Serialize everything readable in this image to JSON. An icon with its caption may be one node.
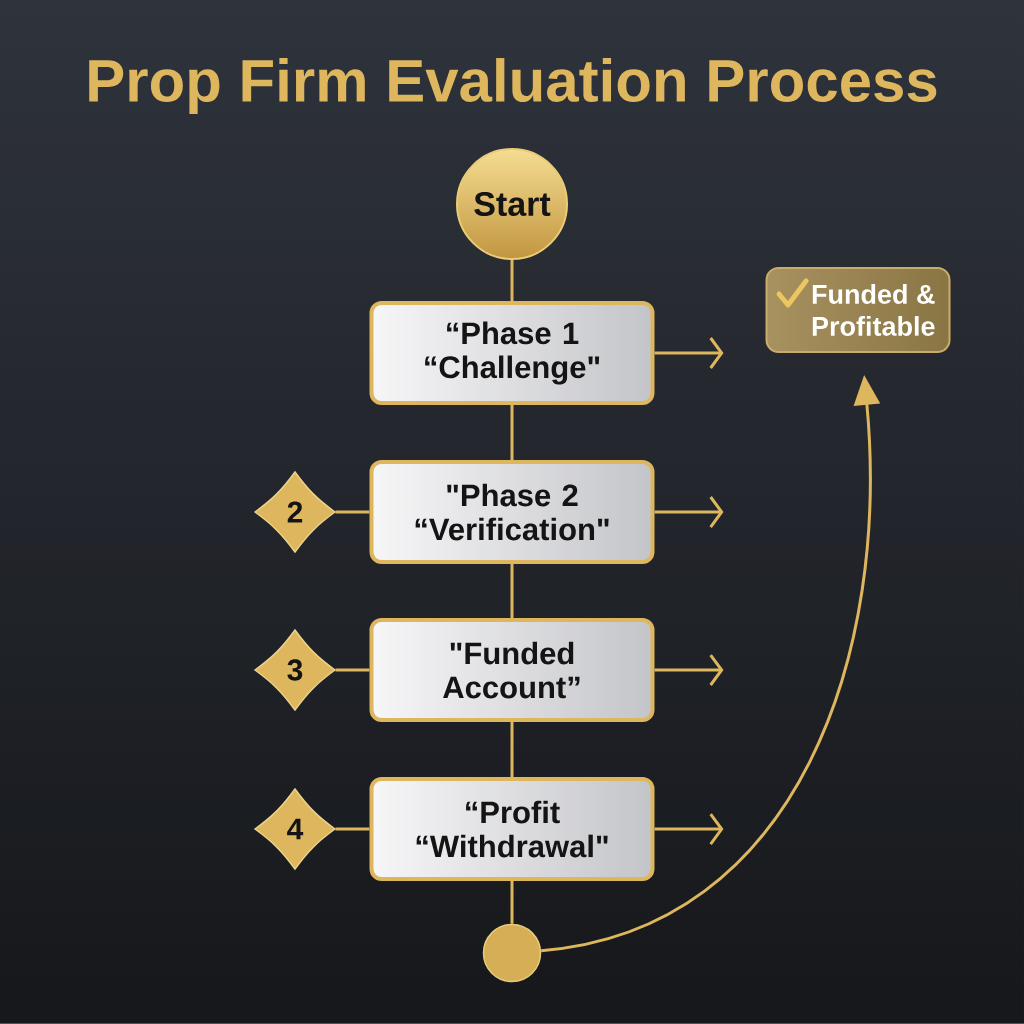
{
  "diagram": {
    "title": "Prop Firm Evaluation Process",
    "nodes": [
      {
        "text": [
          "Start"
        ]
      },
      {
        "text": [
          "“Phase 1 “Challenge\""
        ]
      },
      {
        "text": [
          "Funded & Profitable"
        ]
      },
      {
        "text": [
          "2"
        ]
      },
      {
        "text": [
          "\"Phase 2 “Verification\""
        ]
      },
      {
        "text": [
          "3"
        ]
      },
      {
        "text": [
          "\"Funded Account”"
        ]
      },
      {
        "text": [
          "4"
        ]
      },
      {
        "text": [
          "“Profit “Withdrawal\""
        ]
      },
      {
        "text": [],
        "shape": "circle"
      }
    ],
    "edges": [
      {
        "from": 0,
        "to": 1,
        "arrow": "none"
      },
      {
        "from": 1,
        "to": 4,
        "arrow": "none"
      },
      {
        "from": 4,
        "to": 6,
        "arrow": "none"
      },
      {
        "from": 6,
        "to": 8,
        "arrow": "none"
      },
      {
        "from": 8,
        "to": 9,
        "arrow": "none"
      },
      {
        "from": 3,
        "to": 4,
        "arrow": "none"
      },
      {
        "from": 5,
        "to": 6,
        "arrow": "none"
      },
      {
        "from": 7,
        "to": 8,
        "arrow": "none"
      },
      {
        "from": 1,
        "to": null,
        "arrow": "to"
      },
      {
        "from": 4,
        "to": null,
        "arrow": "to"
      },
      {
        "from": 6,
        "to": null,
        "arrow": "to"
      },
      {
        "from": 8,
        "to": null,
        "arrow": "to"
      },
      {
        "from": 9,
        "to": 2,
        "arrow": "to"
      }
    ]
  }
}
